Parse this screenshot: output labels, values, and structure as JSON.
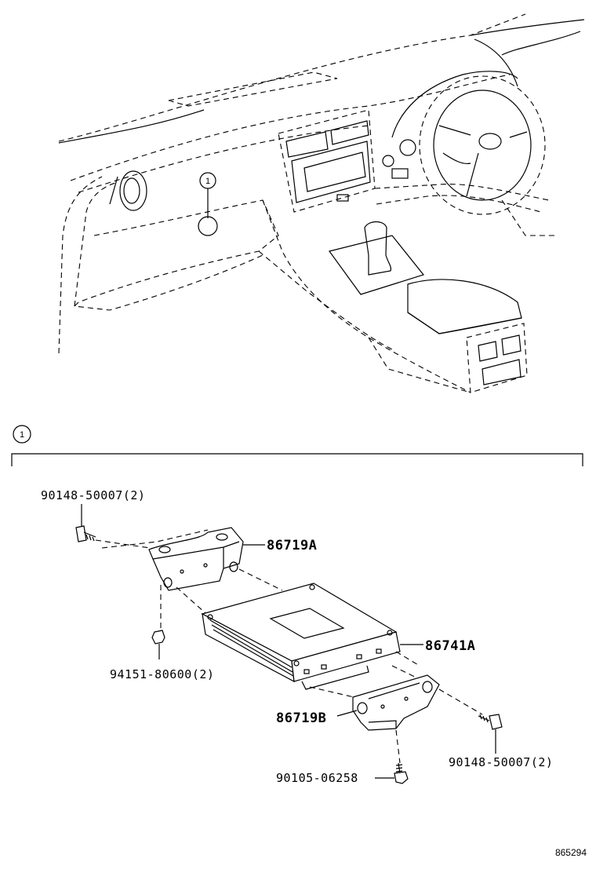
{
  "diagram": {
    "callout_marker": "1",
    "section_marker": "1",
    "parts": {
      "bolt_upper_left": "90148-50007(2)",
      "bracket_a": "86719A",
      "ecu": "86741A",
      "nut": "94151-80600(2)",
      "bracket_b": "86719B",
      "bolt_right": "90148-50007(2)",
      "screw_bottom": "90105-06258"
    },
    "illustration_ref": "865294"
  }
}
